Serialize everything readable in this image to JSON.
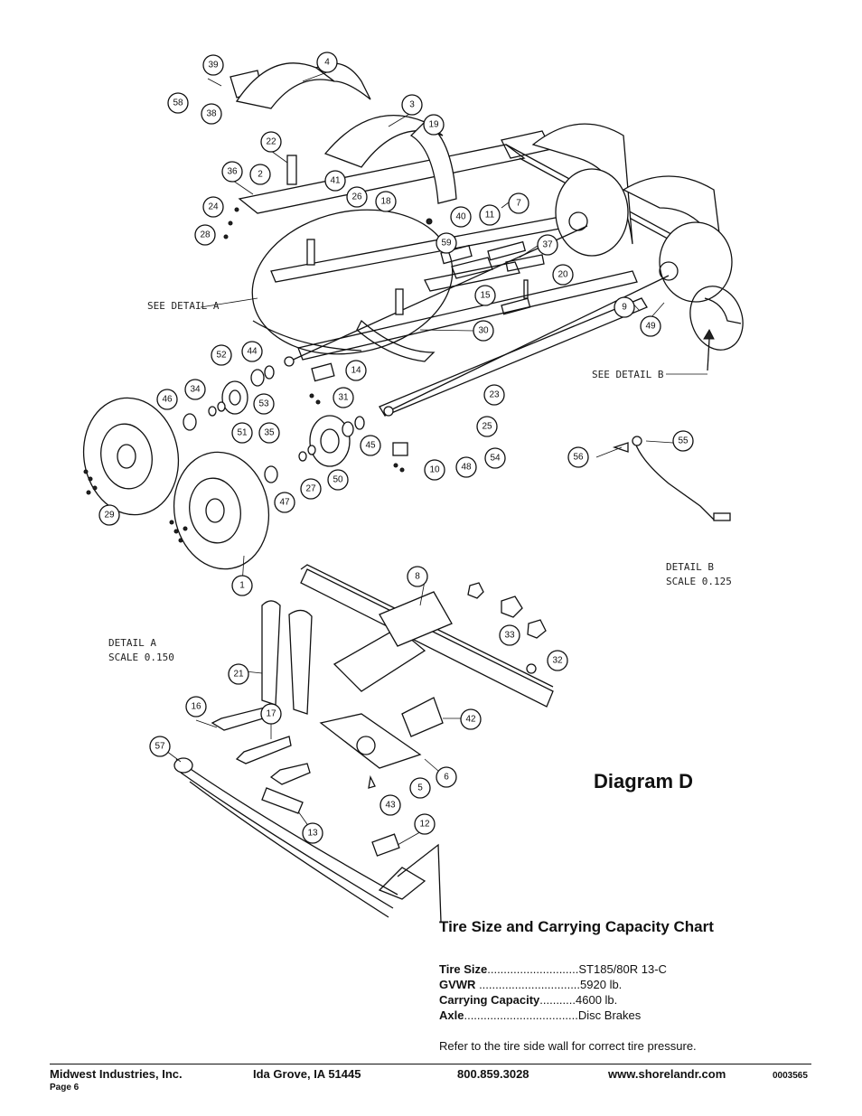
{
  "diagram": {
    "title": "Diagram D",
    "callouts": {
      "detail_a_ref": "SEE DETAIL A",
      "detail_b_ref": "SEE DETAIL B",
      "detail_b_name": "DETAIL B",
      "detail_b_scale": "SCALE 0.125",
      "detail_a_name": "DETAIL A",
      "detail_a_scale": "SCALE 0.150"
    },
    "part_numbers": [
      "1",
      "2",
      "3",
      "4",
      "5",
      "6",
      "7",
      "8",
      "9",
      "10",
      "11",
      "12",
      "13",
      "14",
      "15",
      "16",
      "17",
      "18",
      "19",
      "20",
      "21",
      "22",
      "23",
      "24",
      "25",
      "26",
      "27",
      "28",
      "29",
      "30",
      "31",
      "32",
      "33",
      "34",
      "35",
      "36",
      "37",
      "38",
      "39",
      "40",
      "41",
      "42",
      "43",
      "44",
      "45",
      "46",
      "47",
      "48",
      "49",
      "50",
      "51",
      "52",
      "53",
      "54",
      "55",
      "56",
      "57",
      "58",
      "59"
    ]
  },
  "chart": {
    "title": "Tire Size and Carrying Capacity Chart",
    "rows": [
      {
        "label": "Tire Size",
        "dots": "............................",
        "value": "ST185/80R 13-C"
      },
      {
        "label": "GVWR",
        "dots": " ...............................",
        "value": "5920 lb."
      },
      {
        "label": "Carrying Capacity",
        "dots": "...........",
        "value": "4600 lb."
      },
      {
        "label": "Axle",
        "dots": "...................................",
        "value": "Disc Brakes"
      }
    ],
    "note": "Refer to the tire side wall for correct tire pressure."
  },
  "footer": {
    "company": "Midwest Industries, Inc.",
    "location": "Ida Grove, IA  51445",
    "phone": "800.859.3028",
    "website": "www.shorelandr.com",
    "doc_code": "0003565",
    "page": "Page 6"
  }
}
